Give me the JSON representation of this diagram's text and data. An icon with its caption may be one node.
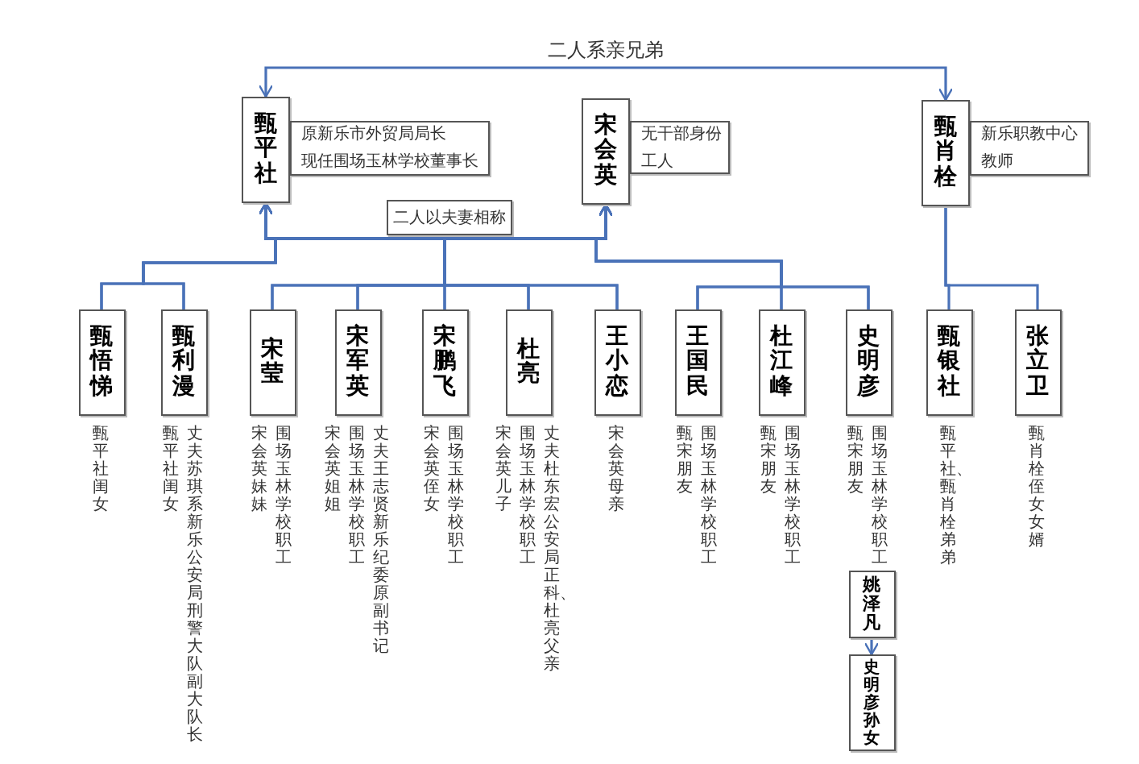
{
  "diagram": {
    "nodes": [
      {
        "text": [
          "甄平社"
        ]
      },
      {
        "text": [
          "原新乐市外贸局局长",
          "现任围场玉林学校董事长"
        ]
      },
      {
        "text": [
          "宋会英"
        ]
      },
      {
        "text": [
          "无干部身份",
          "工人"
        ]
      },
      {
        "text": [
          "甄肖栓"
        ]
      },
      {
        "text": [
          "新乐职教中心",
          "教师"
        ]
      },
      {
        "text": [
          "二人以夫妻相称"
        ]
      },
      {
        "text": [
          "甄悟悌"
        ],
        "beside": [
          "甄平社闺女"
        ]
      },
      {
        "text": [
          "甄利漫"
        ],
        "beside": [
          "甄平社闺女",
          "丈夫苏琪系新乐公安局刑警大队副大队长"
        ]
      },
      {
        "text": [
          "宋莹"
        ],
        "beside": [
          "宋会英妹妹",
          "围场玉林学校职工"
        ]
      },
      {
        "text": [
          "宋军英"
        ],
        "beside": [
          "宋会英姐姐",
          "围场玉林学校职工",
          "丈夫王志贤新乐纪委原副书记"
        ]
      },
      {
        "text": [
          "宋鹏飞"
        ],
        "beside": [
          "宋会英侄女",
          "围场玉林学校职工"
        ]
      },
      {
        "text": [
          "杜亮"
        ],
        "beside": [
          "宋会英儿子",
          "围场玉林学校职工",
          "丈夫杜东宏公安局正科、杜亮父亲"
        ]
      },
      {
        "text": [
          "王小恋"
        ],
        "beside": [
          "宋会英母亲"
        ]
      },
      {
        "text": [
          "王国民"
        ],
        "beside": [
          "甄宋朋友",
          "围场玉林学校职工"
        ]
      },
      {
        "text": [
          "杜江峰"
        ],
        "beside": [
          "甄宋朋友",
          "围场玉林学校职工"
        ]
      },
      {
        "text": [
          "史明彦"
        ],
        "beside": [
          "甄宋朋友",
          "围场玉林学校职工"
        ]
      },
      {
        "text": [
          "姚泽凡"
        ]
      },
      {
        "text": [
          "史明彦孙女"
        ]
      },
      {
        "text": [
          "甄银社"
        ],
        "beside": [
          "甄平社、甄肖栓弟弟"
        ]
      },
      {
        "text": [
          "张立卫"
        ],
        "beside": [
          "甄肖栓侄女女婿"
        ]
      }
    ],
    "edges": [
      {
        "from": 0,
        "to": 4,
        "arrow": "both",
        "label": "二人系亲兄弟"
      },
      {
        "from": 7,
        "to": 0,
        "arrow": "to"
      },
      {
        "from": 7,
        "to": 2,
        "arrow": "to"
      },
      {
        "from": 8,
        "to": 0,
        "arrow": "to"
      },
      {
        "from": 8,
        "to": 2,
        "arrow": "to"
      },
      {
        "from": 9,
        "to": 0,
        "arrow": "to"
      },
      {
        "from": 9,
        "to": 2,
        "arrow": "to"
      },
      {
        "from": 10,
        "to": 0,
        "arrow": "to"
      },
      {
        "from": 10,
        "to": 2,
        "arrow": "to"
      },
      {
        "from": 11,
        "to": 0,
        "arrow": "to"
      },
      {
        "from": 11,
        "to": 2,
        "arrow": "to"
      },
      {
        "from": 12,
        "to": 0,
        "arrow": "to"
      },
      {
        "from": 12,
        "to": 2,
        "arrow": "to"
      },
      {
        "from": 13,
        "to": 0,
        "arrow": "to"
      },
      {
        "from": 13,
        "to": 2,
        "arrow": "to"
      },
      {
        "from": 14,
        "to": 0,
        "arrow": "to"
      },
      {
        "from": 14,
        "to": 2,
        "arrow": "to"
      },
      {
        "from": 15,
        "to": 0,
        "arrow": "to"
      },
      {
        "from": 15,
        "to": 2,
        "arrow": "to"
      },
      {
        "from": 16,
        "to": 0,
        "arrow": "to"
      },
      {
        "from": 16,
        "to": 2,
        "arrow": "to"
      },
      {
        "from": 4,
        "to": 19,
        "arrow": "none"
      },
      {
        "from": 4,
        "to": 20,
        "arrow": "none"
      },
      {
        "from": 17,
        "to": 18,
        "arrow": "to"
      }
    ]
  }
}
